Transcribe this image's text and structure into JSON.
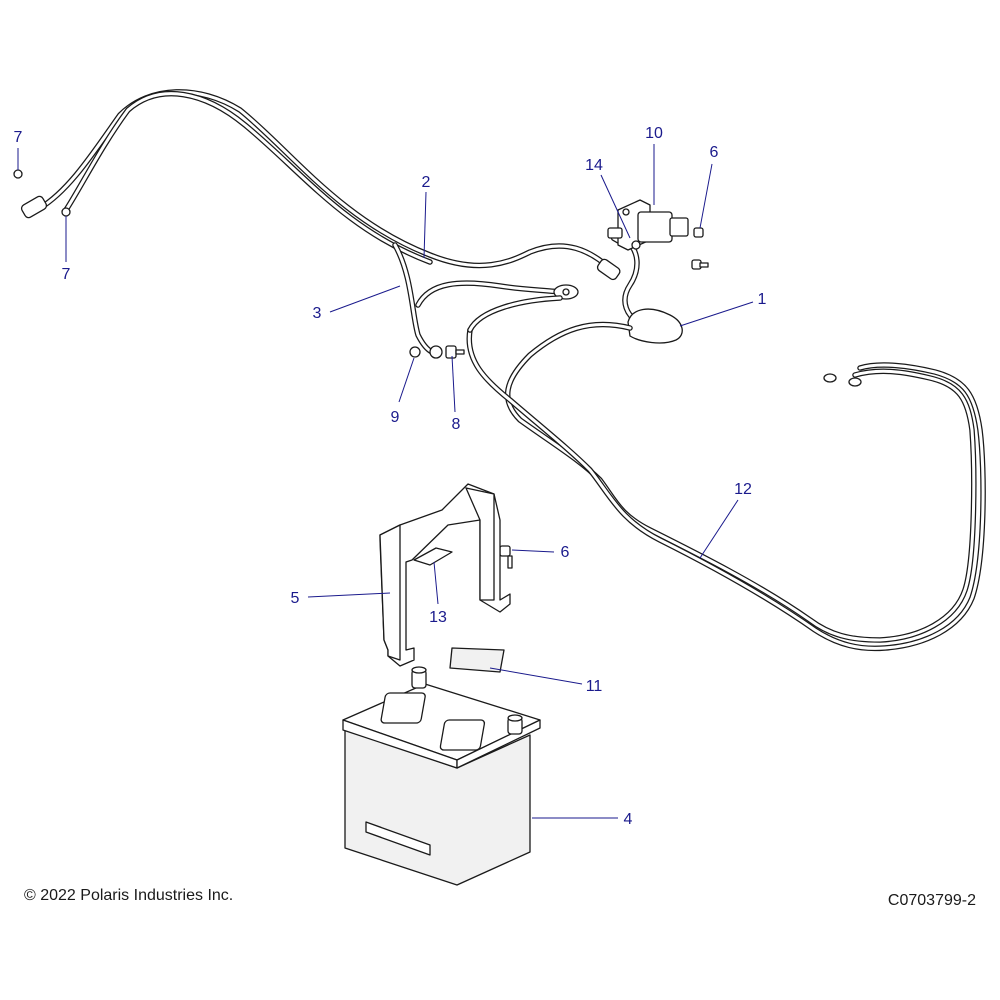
{
  "footer": {
    "copyright": "© 2022 Polaris Industries Inc.",
    "figure_id": "C0703799-2"
  },
  "callouts": {
    "c1": "1",
    "c2": "2",
    "c3": "3",
    "c4": "4",
    "c5": "5",
    "c6a": "6",
    "c6b": "6",
    "c7a": "7",
    "c7b": "7",
    "c8": "8",
    "c9": "9",
    "c10": "10",
    "c11": "11",
    "c12": "12",
    "c13": "13",
    "c14": "14"
  },
  "colors": {
    "callout": "#1a1a8c",
    "line_art": "#1a1a1a",
    "background": "#ffffff"
  }
}
